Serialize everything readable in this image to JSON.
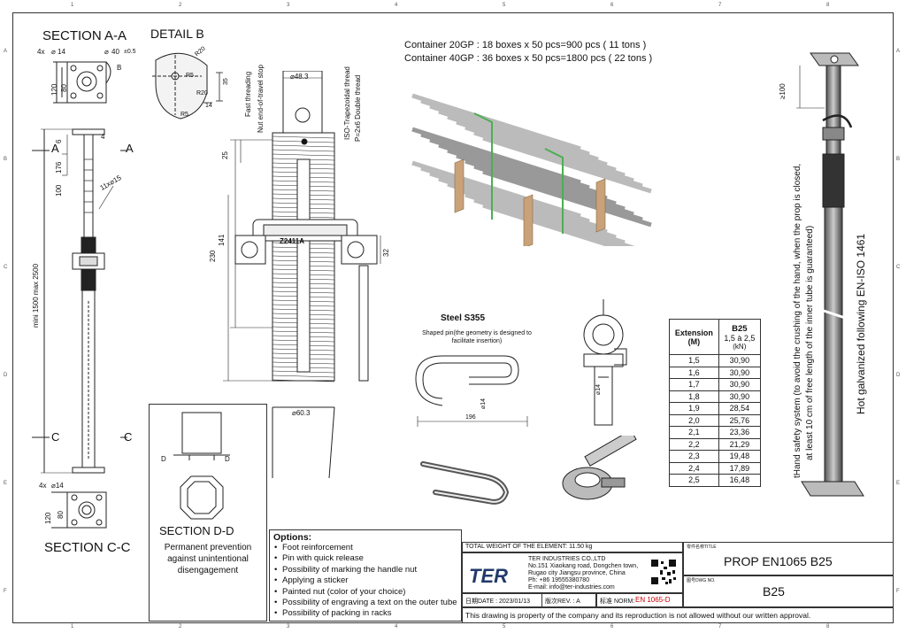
{
  "ruler_top": [
    "1",
    "2",
    "3",
    "4",
    "5",
    "6",
    "7",
    "8"
  ],
  "ruler_side": [
    "A",
    "B",
    "C",
    "D",
    "E",
    "F"
  ],
  "section_aa": {
    "title": "SECTION A-A",
    "holes": "4x",
    "hole_dia": "14",
    "center_dia": "40",
    "tol": "±0.5",
    "label_b": "B",
    "dim_120": "120",
    "dim_80": "80"
  },
  "detail_b": {
    "title": "DETAIL B",
    "r20a": "R20",
    "r5": "R5",
    "r20b": "R20",
    "d35": "35",
    "d14": "14",
    "r5b": "R5"
  },
  "left_view": {
    "d6": "6",
    "d176": "176",
    "d100": "100",
    "holes": "11x",
    "hole_dia": "15",
    "a_left": "A",
    "a_right": "A",
    "c_left": "C",
    "c_right": "C",
    "mini_maxi": "mini 1500 max 2500",
    "d4": "4"
  },
  "thread_view": {
    "fast": "Fast threading",
    "stop": "Nut end-of-travel stop",
    "iso": "ISO-Trapezoidal thread",
    "pitch": "P=2x6 Double thread",
    "dia_top": "48.3",
    "d25": "25",
    "d141": "141",
    "d230": "230",
    "d32": "32",
    "nut_code": "Z2411A",
    "dia_bottom": "60.3"
  },
  "section_cc": {
    "title": "SECTION C-C",
    "holes": "4x",
    "hole_dia": "14",
    "dim_120": "120",
    "dim_80": "80"
  },
  "section_dd": {
    "title": "SECTION D-D",
    "d_left": "D",
    "d_right": "D",
    "note": "Permanent prevention against unintentional disengagement"
  },
  "containers": [
    "Container 20GP  : 18 boxes x 50 pcs=900 pcs    ( 11 tons )",
    "Container 40GP  : 36 boxes x 50 pcs=1800 pcs  ( 22 tons )"
  ],
  "pin": {
    "steel": "Steel S355",
    "note": "Shaped pin(the geometry is designed to facilitate insertion)",
    "dia": "14",
    "length": "196"
  },
  "nut_view": {
    "dia": "14"
  },
  "table": {
    "col1": "Extension (M)",
    "col2_title": "B25",
    "col2_sub": "1,5 à 2,5",
    "col2_unit": "(kN)",
    "rows": [
      [
        "1,5",
        "30,90"
      ],
      [
        "1,6",
        "30,90"
      ],
      [
        "1,7",
        "30,90"
      ],
      [
        "1,8",
        "30,90"
      ],
      [
        "1,9",
        "28,54"
      ],
      [
        "2,0",
        "25,76"
      ],
      [
        "2,1",
        "23,36"
      ],
      [
        "2,2",
        "21,29"
      ],
      [
        "2,3",
        "19,48"
      ],
      [
        "2,4",
        "17,89"
      ],
      [
        "2,5",
        "16,48"
      ]
    ]
  },
  "right_view": {
    "d100": "≥100",
    "note1": "tHand safety system (to avoid the crushing of the hand, when the prop is closed,",
    "note2": "at least 10 cm of free length of the inner tube is guaranteed)",
    "galv": "Hot galvanized following EN-ISO 1461"
  },
  "options": {
    "title": "Options:",
    "items": [
      "Foot reinforcement",
      "Pin with quick release",
      "Possibility of marking the handle nut",
      "Applying a sticker",
      "Painted nut (color of your choice)",
      "Possibility of engraving a text on the outer tube",
      "Possibility of packing in racks"
    ]
  },
  "title_block": {
    "weight": "TOTAL WEIGHT OF THE ELEMENT:  11.50 kg",
    "company": "TER INDUSTRIES CO.,LTD",
    "addr1": "No.151 Xiaokang road, Dongchen town,",
    "addr2": "Rugao city Jiangsu province, China",
    "phone": "Ph: +86 19555380780",
    "email": "E-mail: info@ter-industries.com",
    "logo": "TER",
    "date": "日期DATE : 2023/01/13",
    "rev": "版次REV. : A",
    "norm_label": "标准 NORM:",
    "norm_value": "EN 1065-D",
    "title_label": "零件名称TITLE",
    "title": "PROP EN1065 B25",
    "dwg_label": "图号DWG NO.",
    "dwg": "B25",
    "notice": "This drawing is property of the company and its reproduction is not allowed without our written approval."
  },
  "colors": {
    "line": "#222222",
    "norm_red": "#cc0000",
    "pack_wood": "#c9a27a",
    "pack_band": "#4caf50"
  }
}
